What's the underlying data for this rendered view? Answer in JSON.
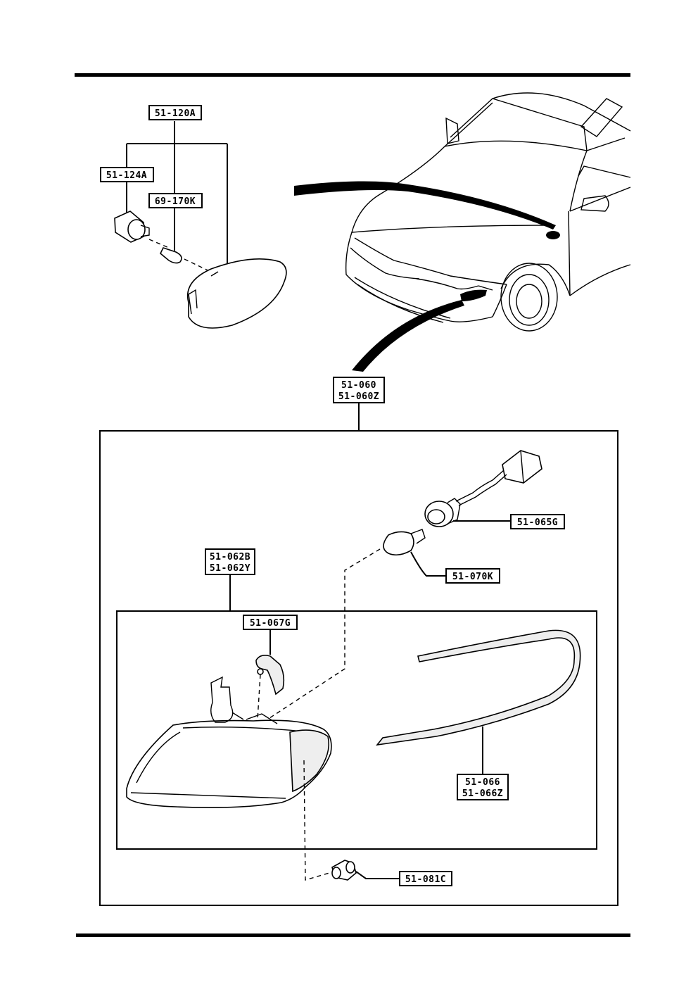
{
  "labels": {
    "side_marker_assy": "51-120A",
    "side_marker_socket": "51-124A",
    "side_marker_bulb": "69-170K",
    "front_combination_lamp": [
      "51-060",
      "51-060Z"
    ],
    "lamp_socket": "51-065G",
    "lamp_bulb": "51-070K",
    "lamp_lens_unit": [
      "51-062B",
      "51-062Y"
    ],
    "lens_bracket": "51-067G",
    "lens_gasket": [
      "51-066",
      "51-066Z"
    ],
    "clip": "51-081C"
  }
}
